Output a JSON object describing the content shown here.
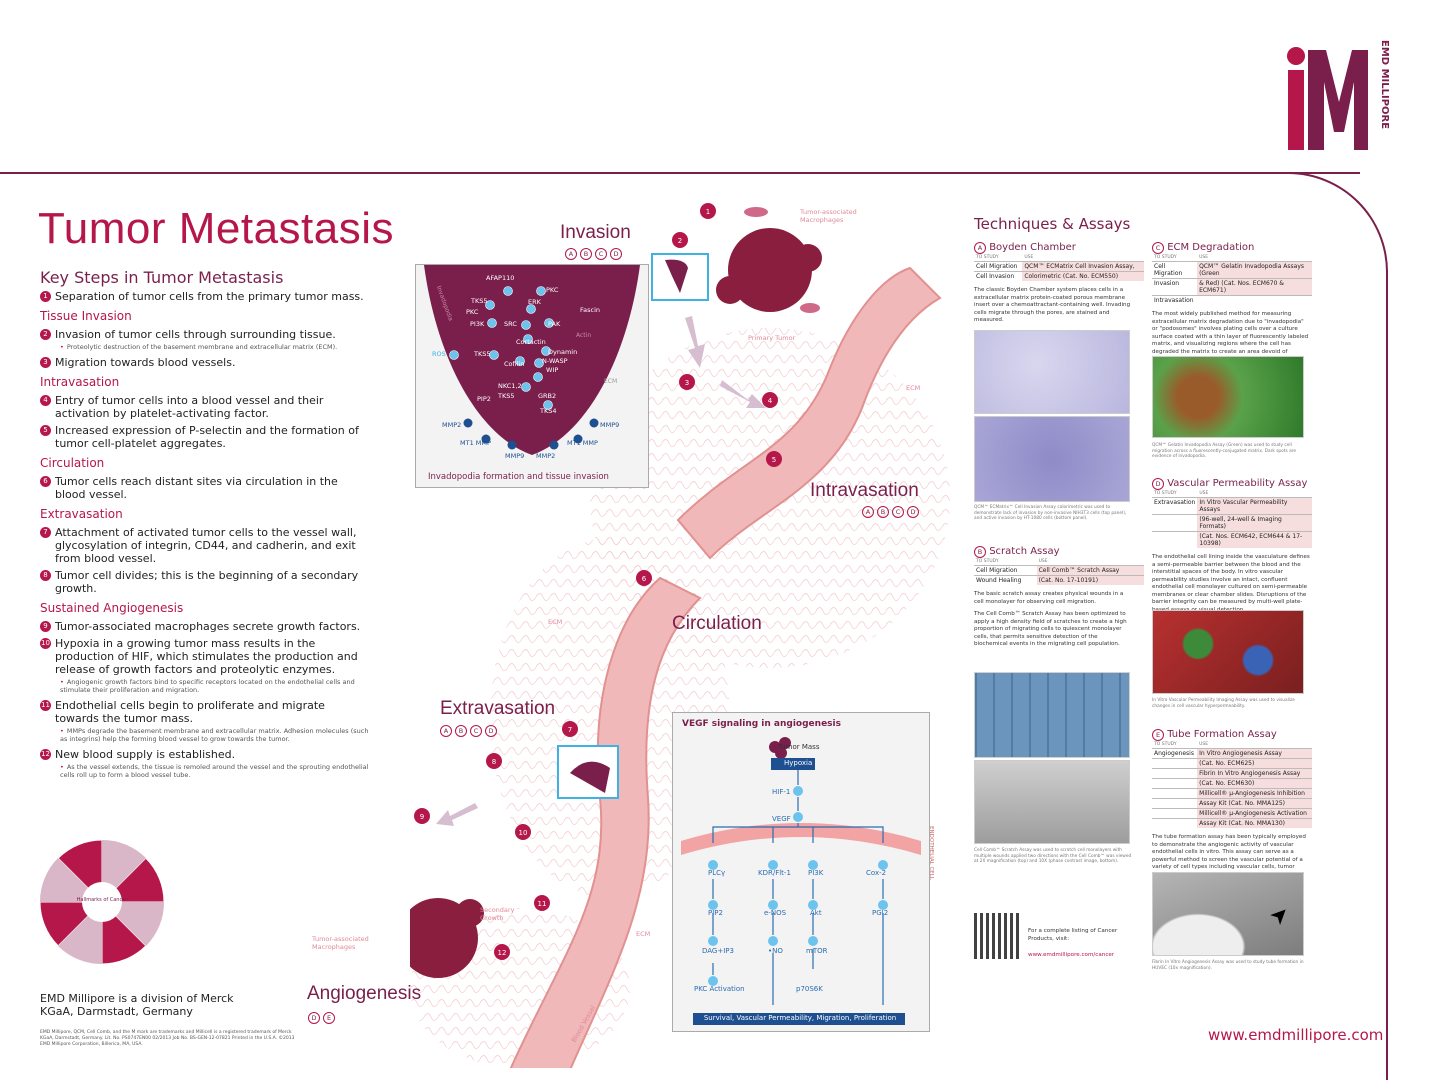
{
  "title": "Tumor Metastasis",
  "key_steps_heading": "Key Steps in Tumor Metastasis",
  "steps": {
    "s1": "Separation of tumor cells from the primary tumor mass.",
    "tissue_invasion": "Tissue Invasion",
    "s2": "Invasion of tumor cells through surrounding tissue.",
    "s2_sub": "Proteolytic destruction of the basement membrane and extracellular matrix (ECM).",
    "s3": "Migration towards blood vessels.",
    "intravasation": "Intravasation",
    "s4": "Entry of tumor cells into a blood vessel and their activation by platelet-activating factor.",
    "s5": "Increased expression of P-selectin and the formation of tumor cell-platelet aggregates.",
    "circulation": "Circulation",
    "s6": "Tumor cells reach distant sites via circulation in the blood vessel.",
    "extravasation": "Extravasation",
    "s7": "Attachment of activated tumor cells to the vessel wall, glycosylation of integrin, CD44, and cadherin, and exit from blood vessel.",
    "s8": "Tumor cell divides; this is the beginning of a secondary growth.",
    "sustained": "Sustained Angiogenesis",
    "s9": "Tumor-associated macrophages secrete growth factors.",
    "s10": "Hypoxia in a growing tumor mass results in the production of HIF, which stimulates the production and release of growth factors and proteolytic enzymes.",
    "s10_sub": "Angiogenic growth factors bind to specific receptors located on the endothelial cells and stimulate their proliferation and migration.",
    "s11": "Endothelial cells begin to proliferate and migrate towards the tumor mass.",
    "s11_sub": "MMPs degrade the basement membrane and extracellular matrix. Adhesion molecules (such as integrins) help the forming blood vessel to grow towards the tumor.",
    "s12": "New blood supply is established.",
    "s12_sub": "As the vessel extends, the tissue is remoled around the vessel and the sprouting endothelial cells roll up to form a blood vessel tube."
  },
  "division": "EMD Millipore is a division of Merck KGaA, Darmstadt, Germany",
  "fine_print": "EMD Millipore, QCM, Cell Comb, and the M mark are trademarks and Millicell is a registered trademark of Merck KGaA, Darmstadt, Germany. Lit. No. PS0747EN00 02/2013 Job No. BS-GEN-12-07821 Printed in the U.S.A. ©2013 EMD Millipore Corporation, Billerica, MA, USA.",
  "brand": "EMD MILLIPORE",
  "wheel_center": "Hallmarks of Cancer",
  "stages": {
    "invasion": "Invasion",
    "intravasation": "Intravasation",
    "circulation": "Circulation",
    "extravasation": "Extravasation",
    "angiogenesis": "Angiogenesis"
  },
  "letters": {
    "a": "A",
    "b": "B",
    "c": "C",
    "d": "D",
    "e": "E"
  },
  "diagram_labels": {
    "tam_top": "Tumor-associated Macrophages",
    "primary": "Primary Tumor",
    "ecm": "ECM",
    "secondary": "Secondary Growth",
    "tam_bottom": "Tumor-associated Macrophages",
    "blood_vessel": "Blood Vessel",
    "invadopodia": "Invadopodia",
    "actin": "Actin"
  },
  "invadopodia": {
    "caption": "Invadopodia formation and tissue invasion",
    "nodes": [
      "AFAP110",
      "PKC",
      "Fascin",
      "TKS5",
      "ERK",
      "PKC",
      "PI3K",
      "SRC",
      "PAK",
      "Cortactin",
      "Dynamin",
      "N-WASP",
      "WIP",
      "Cofilin",
      "ROS",
      "TKS5",
      "NKC1,2",
      "TKS5",
      "GRB2",
      "TKS4",
      "PIP2",
      "MMP2",
      "MMP9",
      "MT1 MMP",
      "MT1 MMP",
      "MMP9",
      "MMP2"
    ]
  },
  "vegf": {
    "title": "VEGF signaling in angiogenesis",
    "tumor_mass": "Tumor Mass",
    "hypoxia": "Hypoxia",
    "hif": "HIF-1",
    "vegf": "VEGF",
    "endo": "ENDOTHELIAL CELL",
    "plc": "PLCγ",
    "kdr": "KDR/Flt-1",
    "pi3k": "PI3K",
    "cox": "Cox-2",
    "pip2": "PIP2",
    "enos": "e-NOS",
    "akt": "Akt",
    "pgi2": "PGI2",
    "dag": "DAG+IP3",
    "no": "•NO",
    "mtor": "mTOR",
    "pkc": "PKC Activation",
    "p70": "p70S6K",
    "out": "Survival, Vascular Permeability, Migration, Proliferation"
  },
  "techniques": {
    "title": "Techniques & Assays",
    "to_study": "TO STUDY",
    "use": "USE",
    "a": {
      "name": "Boyden Chamber",
      "rows": [
        [
          "Cell Migration",
          "QCM™ ECMatrix Cell Invasion Assay,"
        ],
        [
          "Cell Invasion",
          "Colorimetric (Cat. No. ECM550)"
        ]
      ],
      "text": "The classic Boyden Chamber system places cells in a extracellular matrix protein-coated porous membrane insert over a chemoattractant-containing well. Invading cells migrate through the pores, are stained and measured.",
      "caption": "QCM™ ECMatrix™ Cell Invasion Assay colorimetric was used to demonstrate lack of invasion by non-invasive NIH3T3 cells (top panel), and active invasion by HT-1080 cells (bottom panel)."
    },
    "b": {
      "name": "Scratch Assay",
      "rows": [
        [
          "Cell Migration",
          "Cell Comb™ Scratch Assay"
        ],
        [
          "Wound Healing",
          "(Cat. No. 17-10191)"
        ]
      ],
      "text1": "The basic scratch assay creates physical wounds in a cell monolayer for observing cell migration.",
      "text2": "The Cell Comb™ Scratch Assay has been optimized to apply a high density field of scratches to create a high proportion of migrating cells to quiescent monolayer cells, that permits sensitive detection of the biochemical events in the migrating cell population.",
      "caption": "Cell Comb™ Scratch Assay was used to scratch cell monolayers with multiple wounds applied two directions with the Cell Comb™ was viewed at 2X magnification (top) and 10X (phase contrast image, bottom)."
    },
    "c": {
      "name": "ECM Degradation",
      "rows": [
        [
          "Cell Migration",
          "QCM™ Gelatin Invadopodia Assays (Green"
        ],
        [
          "Invasion",
          "& Red) (Cat. Nos. ECM670 & ECM671)"
        ],
        [
          "Intravasation",
          ""
        ]
      ],
      "text": "The most widely published method for measuring extracellular matrix degradation due to \"invadopodia\" or \"podosomes\" involves plating cells over a culture surface coated with a thin layer of fluorescently labeled matrix, and visualizing regions where the cell has degraded the matrix to create an area devoid of fluorescence.",
      "caption": "QCM™ Gelatin Invadopodia Assay (Green) was used to study cell migration across a fluorescently-conjugated matrix. Dark spots are evidence of invadopodia."
    },
    "d": {
      "name": "Vascular Permeability Assay",
      "rows": [
        [
          "Extravasation",
          "In Vitro Vascular Permeability Assays"
        ],
        [
          "",
          "(96-well, 24-well & Imaging Formats)"
        ],
        [
          "",
          "(Cat. Nos. ECM642, ECM644 & 17-10398)"
        ]
      ],
      "text": "The endothelial cell lining inside the vasculature defines a semi-permeable barrier between the blood and the interstitial spaces of the body. In vitro vascular permeability studies involve an intact, confluent endothelial cell monolayer cultured on semi-permeable membranes or clear chamber slides. Disruptions of the barrier integrity can be measured by multi-well plate-based assays or visual detection.",
      "caption": "In Vitro Vascular Permeability Imaging Assay was used to visualize changes in cell vascular hyperpermeability."
    },
    "e": {
      "name": "Tube Formation Assay",
      "rows": [
        [
          "Angiogenesis",
          "In Vitro Angiogenesis Assay"
        ],
        [
          "",
          "(Cat. No. ECM625)"
        ],
        [
          "",
          "Fibrin In Vitro Angiogenesis Assay"
        ],
        [
          "",
          "(Cat. No. ECM630)"
        ],
        [
          "",
          "Millicell® µ-Angiogenesis Inhibition"
        ],
        [
          "",
          "Assay Kit (Cat. No. MMA125)"
        ],
        [
          "",
          "Millicell® µ-Angiogenesis Activation"
        ],
        [
          "",
          "Assay Kit (Cat. No. MMA130)"
        ]
      ],
      "text": "The tube formation assay has been typically employed to demonstrate the angiogenic activity of vascular endothelial cells in vitro. This assay can serve as a powerful method to screen the vascular potential of a variety of cell types including vascular cells, tumor cells, as well as other cells.",
      "caption": "Fibrin In Vitro Angiogenesis Assay was used to study tube formation in HUVEC (10x magnification)."
    },
    "qr_text": "For a complete listing of Cancer Products, visit:",
    "qr_url": "www.emdmillipore.com/cancer"
  },
  "website": "www.emdmillipore.com",
  "colors": {
    "brand": "#7a1f4b",
    "accent": "#b5174a",
    "vessel": "#f0b8b8",
    "vegf": "#2a6cb0"
  }
}
